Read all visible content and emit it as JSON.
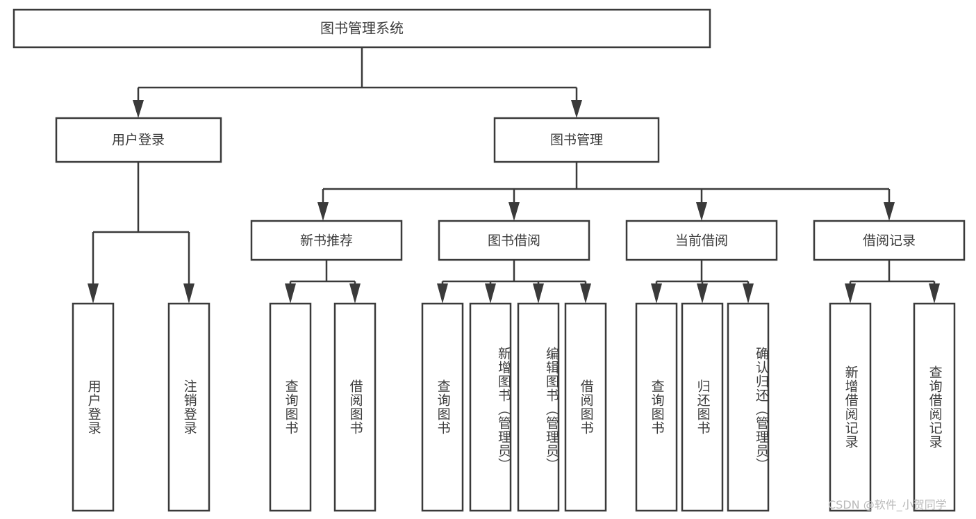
{
  "diagram": {
    "type": "tree-hierarchy",
    "title": "图书管理系统",
    "root": {
      "id": "root",
      "label": "图书管理系统",
      "level": 0
    },
    "level1": [
      {
        "id": "user-login",
        "label": "用户登录"
      },
      {
        "id": "book-manage",
        "label": "图书管理"
      }
    ],
    "level2": [
      {
        "id": "new-book-recommend",
        "label": "新书推荐",
        "parent": "book-manage"
      },
      {
        "id": "book-borrow",
        "label": "图书借阅",
        "parent": "book-manage"
      },
      {
        "id": "current-borrow",
        "label": "当前借阅",
        "parent": "book-manage"
      },
      {
        "id": "borrow-record",
        "label": "借阅记录",
        "parent": "book-manage"
      }
    ],
    "leaves": [
      {
        "id": "leaf-user-login",
        "label": "用户登录",
        "parent": "user-login"
      },
      {
        "id": "leaf-user-logout",
        "label": "注销登录",
        "parent": "user-login"
      },
      {
        "id": "leaf-query-book-1",
        "label": "查询图书",
        "parent": "new-book-recommend"
      },
      {
        "id": "leaf-borrow-book-1",
        "label": "借阅图书",
        "parent": "new-book-recommend"
      },
      {
        "id": "leaf-query-book-2",
        "label": "查询图书",
        "parent": "book-borrow"
      },
      {
        "id": "leaf-add-book",
        "label": "新增图书（管理员）",
        "parent": "book-borrow"
      },
      {
        "id": "leaf-edit-book",
        "label": "编辑图书（管理员）",
        "parent": "book-borrow"
      },
      {
        "id": "leaf-borrow-book-2",
        "label": "借阅图书",
        "parent": "book-borrow"
      },
      {
        "id": "leaf-query-book-3",
        "label": "查询图书",
        "parent": "current-borrow"
      },
      {
        "id": "leaf-return-book",
        "label": "归还图书",
        "parent": "current-borrow"
      },
      {
        "id": "leaf-confirm-return",
        "label": "确认归还（管理员）",
        "parent": "current-borrow"
      },
      {
        "id": "leaf-add-record",
        "label": "新增借阅记录",
        "parent": "borrow-record"
      },
      {
        "id": "leaf-query-record",
        "label": "查询借阅记录",
        "parent": "borrow-record"
      }
    ],
    "colors": {
      "background": "#ffffff",
      "box_fill": "#ffffff",
      "box_stroke": "#3a3a3a",
      "text": "#3c3c3c",
      "watermark": "#b9b9b9"
    }
  },
  "watermark": {
    "text": "CSDN @软件_小贺同学"
  }
}
